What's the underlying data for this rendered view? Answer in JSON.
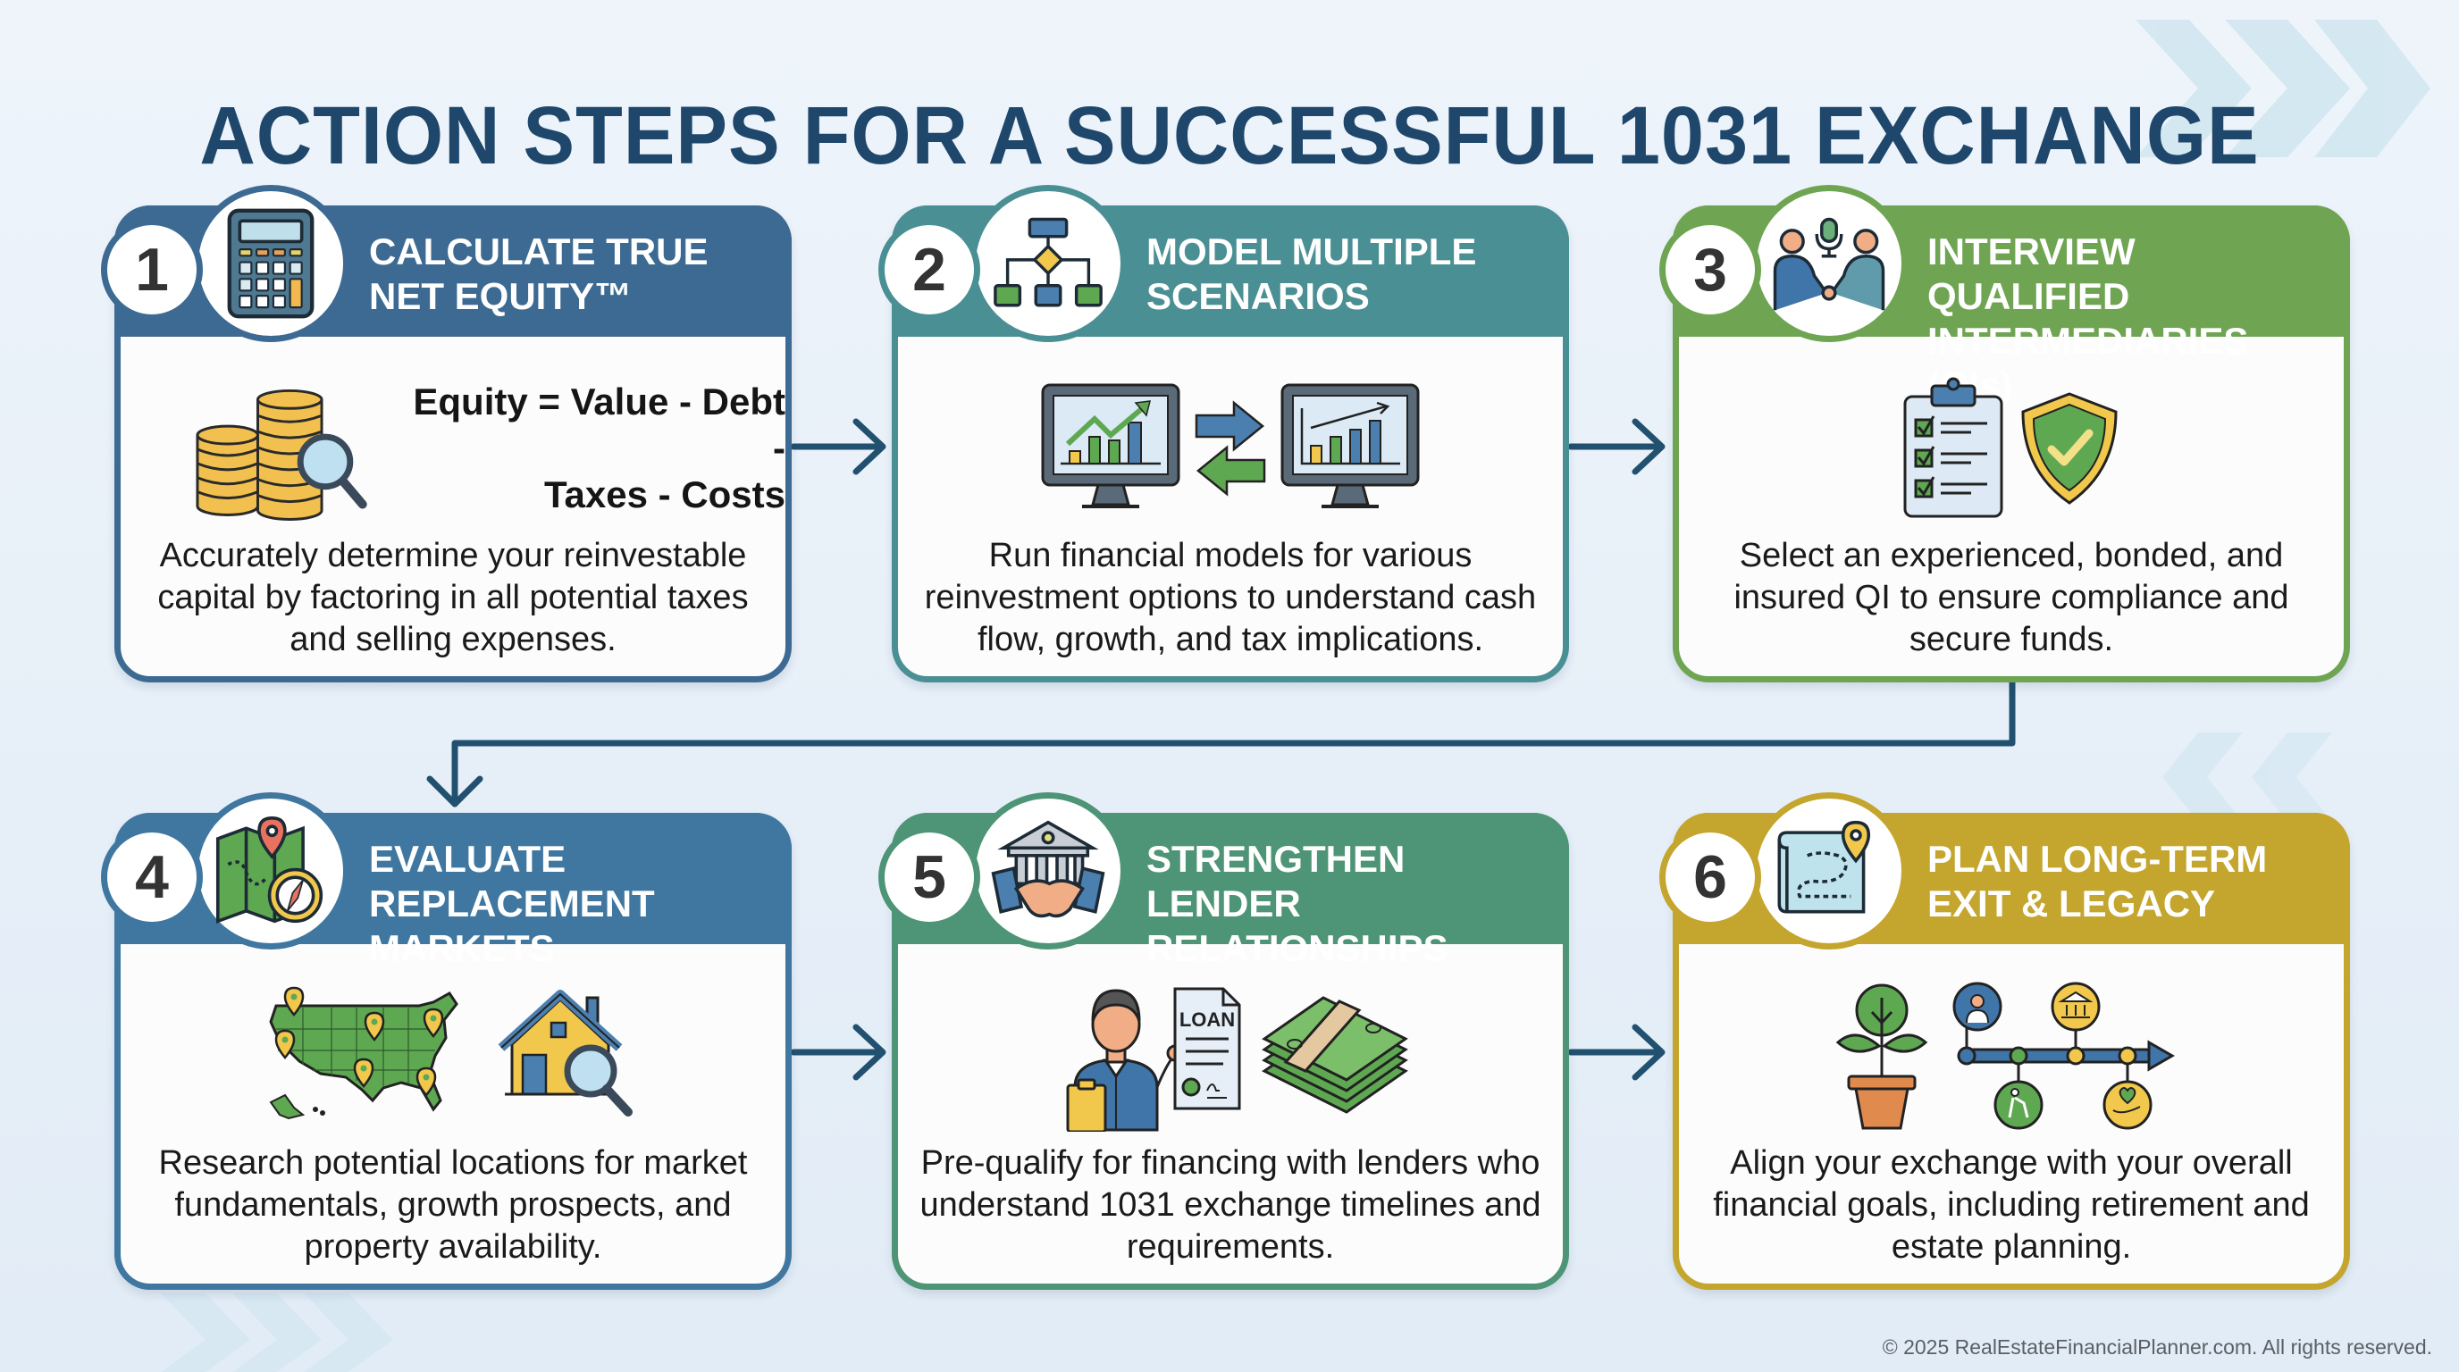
{
  "title": "ACTION STEPS FOR A SUCCESSFUL 1031 EXCHANGE",
  "colors": {
    "title": "#1e476b",
    "connector": "#22506f",
    "step1": "#3d6a92",
    "step2": "#4a8f94",
    "step3": "#6fa552",
    "step4": "#3f77a0",
    "step5": "#4e9476",
    "step6": "#c4a52e"
  },
  "steps": [
    {
      "number": "1",
      "title_line1": "CALCULATE TRUE",
      "title_line2": "NET EQUITY™",
      "header_icon": "calculator-icon",
      "illustration": [
        "coin-stacks-magnifier-icon"
      ],
      "formula_line1": "Equity = Value - Debt -",
      "formula_line2": "Taxes - Costs",
      "description": "Accurately determine your reinvestable capital by factoring in all potential taxes and selling expenses."
    },
    {
      "number": "2",
      "title_line1": "MODEL MULTIPLE",
      "title_line2": "SCENARIOS",
      "header_icon": "flowchart-icon",
      "illustration": [
        "monitor-chart-icon",
        "swap-arrows-icon",
        "monitor-chart-icon"
      ],
      "description": "Run financial models for various reinvestment options to understand cash flow, growth, and tax implications."
    },
    {
      "number": "3",
      "title_line1": "INTERVIEW QUALIFIED",
      "title_line2": "INTERMEDIARIES (QIs)",
      "header_icon": "handshake-interview-icon",
      "illustration": [
        "checklist-clipboard-icon",
        "shield-check-icon"
      ],
      "description": "Select an experienced, bonded, and insured QI to ensure compliance and secure funds."
    },
    {
      "number": "4",
      "title_line1": "EVALUATE",
      "title_line2": "REPLACEMENT MARKETS",
      "header_icon": "map-compass-icon",
      "illustration": [
        "us-map-pins-icon",
        "house-magnifier-icon"
      ],
      "description": "Research potential locations for market fundamentals, growth prospects, and property availability."
    },
    {
      "number": "5",
      "title_line1": "STRENGTHEN LENDER",
      "title_line2": "RELATIONSHIPS",
      "header_icon": "bank-handshake-icon",
      "illustration": [
        "lender-with-loan-document-icon",
        "cash-stack-icon"
      ],
      "loan_label": "LOAN",
      "description": "Pre-qualify for financing with lenders who understand 1031 exchange timelines and requirements."
    },
    {
      "number": "6",
      "title_line1": "PLAN LONG-TERM",
      "title_line2": "EXIT & LEGACY",
      "header_icon": "route-map-icon",
      "illustration": [
        "plant-pot-icon",
        "timeline-milestones-icon"
      ],
      "description": "Align your exchange with your overall financial goals, including retirement and estate planning."
    }
  ],
  "footer": "© 2025 RealEstateFinancialPlanner.com. All rights reserved."
}
